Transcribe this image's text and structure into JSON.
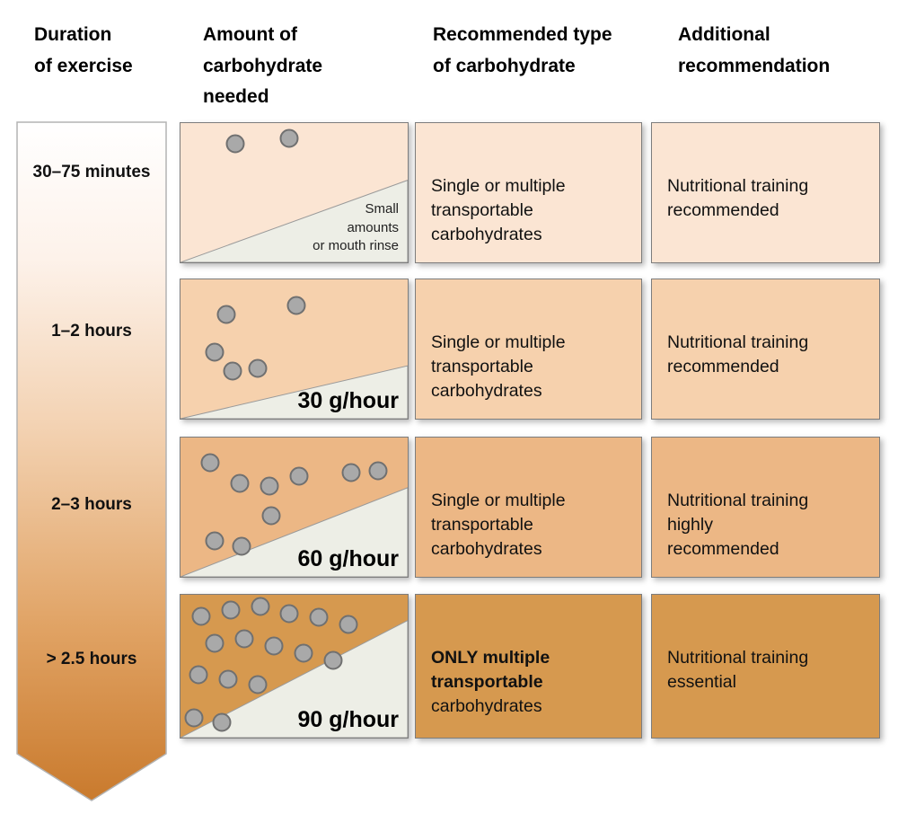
{
  "headers": [
    "Duration\nof exercise",
    "Amount of\ncarbohydrate\nneeded",
    "Recommended type\nof carbohydrate",
    "Additional\nrecommendation"
  ],
  "colors": {
    "wedge_fill": "#edeee6",
    "dot_fill": "#a9a9a9",
    "dot_border": "#707070",
    "box_border": "#7d7d7d",
    "arrow_gradient_top": "#ffffff",
    "arrow_gradient_bottom": "#c97a2d"
  },
  "rows": [
    {
      "duration": "30–75 minutes",
      "bg": "#fbe5d3",
      "wedge_note": "Small\namounts\nor mouth rinse",
      "dots": [
        [
          24,
          15
        ],
        [
          48,
          11
        ]
      ],
      "type_text": "Single or multiple\ntransportable\ncarbohydrates",
      "additional": "Nutritional training\nrecommended"
    },
    {
      "duration": "1–2 hours",
      "bg": "#f6d1ad",
      "rate": "30 g/hour",
      "dots": [
        [
          20,
          25
        ],
        [
          51,
          19
        ],
        [
          15,
          52
        ],
        [
          23,
          66
        ],
        [
          34,
          64
        ]
      ],
      "type_text": "Single or multiple\ntransportable\ncarbohydrates",
      "additional": "Nutritional training\nrecommended"
    },
    {
      "duration": "2–3 hours",
      "bg": "#ecb785",
      "rate": "60 g/hour",
      "dots": [
        [
          13,
          18
        ],
        [
          26,
          33
        ],
        [
          39,
          35
        ],
        [
          52,
          28
        ],
        [
          75,
          25
        ],
        [
          87,
          24
        ],
        [
          15,
          74
        ],
        [
          27,
          78
        ],
        [
          40,
          56
        ]
      ],
      "type_text": "Single or multiple\ntransportable\ncarbohydrates",
      "additional": "Nutritional training\nhighly\nrecommended"
    },
    {
      "duration": "> 2.5 hours",
      "bg": "#d6994f",
      "rate": "90 g/hour",
      "dots": [
        [
          9,
          15
        ],
        [
          22,
          11
        ],
        [
          35,
          8
        ],
        [
          48,
          13
        ],
        [
          61,
          16
        ],
        [
          74,
          21
        ],
        [
          15,
          34
        ],
        [
          28,
          31
        ],
        [
          41,
          36
        ],
        [
          54,
          41
        ],
        [
          67,
          46
        ],
        [
          8,
          56
        ],
        [
          21,
          59
        ],
        [
          34,
          63
        ],
        [
          6,
          86
        ],
        [
          18,
          89
        ]
      ],
      "type_strong": "ONLY multiple\ntransportable",
      "type_rest": "carbohydrates",
      "additional": "Nutritional training\nessential"
    }
  ]
}
